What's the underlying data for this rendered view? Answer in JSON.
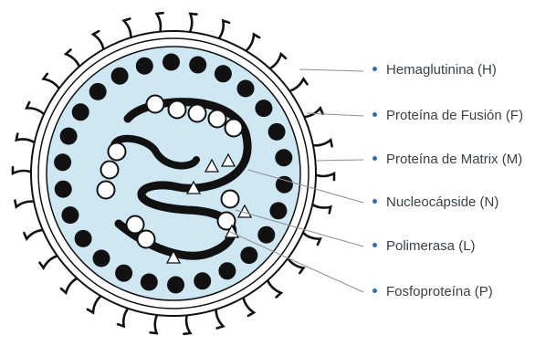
{
  "colors": {
    "bullet": "#2e6fb5",
    "virus_fill": "#cfe6f3",
    "outline": "#111111",
    "leader_line": "#8a8f96",
    "label_text": "#3a3f47"
  },
  "labels": [
    {
      "id": "hemaglutinina",
      "text": "Hemaglutinina (H)"
    },
    {
      "id": "fusion",
      "text": "Proteína de Fusión (F)"
    },
    {
      "id": "matrix",
      "text": "Proteína de Matrix (M)"
    },
    {
      "id": "nucleocapside",
      "text": "Nucleocápside (N)"
    },
    {
      "id": "polimerasa",
      "text": "Polimerasa (L)"
    },
    {
      "id": "fosfoproteina",
      "text": "Fosfoproteína (P)"
    }
  ]
}
